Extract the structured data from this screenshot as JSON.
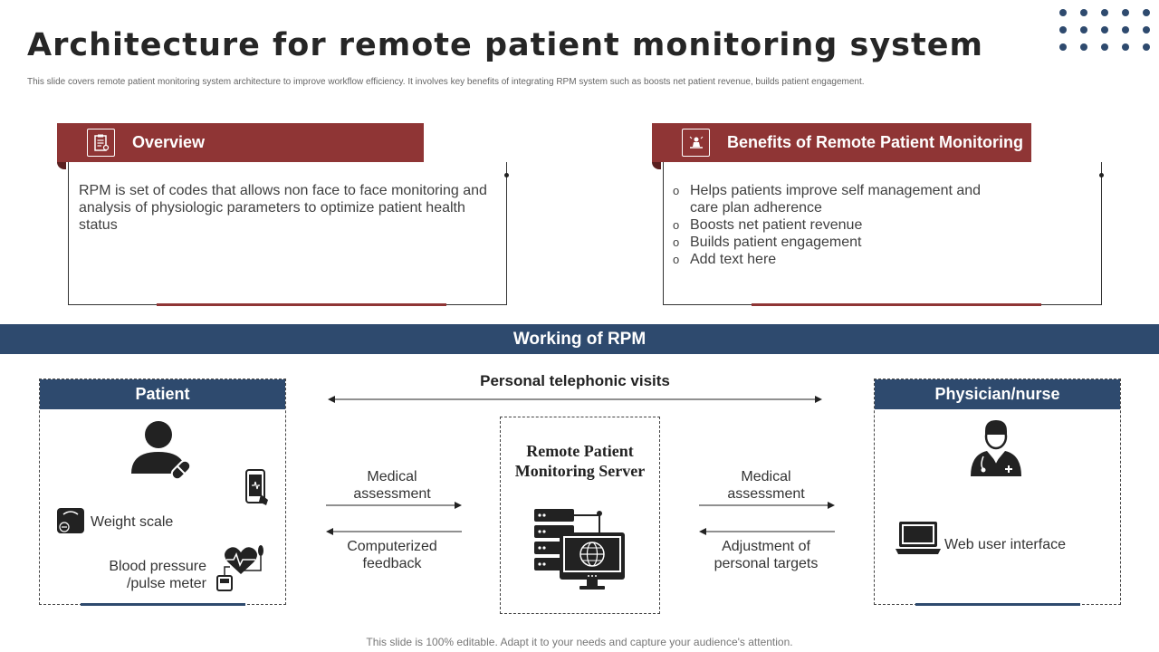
{
  "header": {
    "title": "Architecture for remote patient monitoring system",
    "subtitle": "This slide covers remote patient monitoring system architecture to improve workflow efficiency. It involves key benefits of integrating RPM  system such as boosts net patient revenue, builds patient engagement."
  },
  "overview": {
    "heading": "Overview",
    "icon": "clipboard-icon",
    "text": "RPM is set of codes that allows non face to face monitoring and analysis of physiologic parameters to optimize patient health status"
  },
  "benefits": {
    "heading": "Benefits of Remote Patient Monitoring",
    "icon": "person-presentation-icon",
    "bullet_glyph": "o",
    "items": [
      "Helps patients improve self management and care plan adherence",
      "Boosts net patient revenue",
      "Builds patient engagement",
      "Add text here"
    ]
  },
  "working": {
    "title": "Working of RPM",
    "telephonic": "Personal telephonic visits",
    "patient": {
      "heading": "Patient",
      "weight_scale": "Weight scale",
      "blood_pressure_line1": "Blood pressure",
      "blood_pressure_line2": "/pulse meter"
    },
    "server": {
      "line1": "Remote Patient",
      "line2": "Monitoring Server"
    },
    "left_arrows": {
      "top_line1": "Medical",
      "top_line2": "assessment",
      "bottom_line1": "Computerized",
      "bottom_line2": "feedback"
    },
    "right_arrows": {
      "top_line1": "Medical",
      "top_line2": "assessment",
      "bottom_line1": "Adjustment  of",
      "bottom_line2": "personal targets"
    },
    "physician": {
      "heading": "Physician/nurse",
      "web_ui": "Web user interface"
    }
  },
  "footer": "This slide is 100% editable. Adapt it to your needs and capture your audience's attention.",
  "colors": {
    "accent_red": "#8f3535",
    "accent_blue": "#2e4a6e"
  }
}
